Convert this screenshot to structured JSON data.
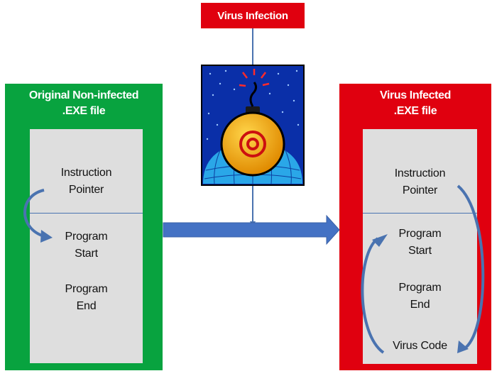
{
  "top_label": "Virus Infection",
  "left_panel": {
    "title_line1": "Original Non-infected",
    "title_line2": ".EXE file",
    "instruction_line1": "Instruction",
    "instruction_line2": "Pointer",
    "start_line1": "Program",
    "start_line2": "Start",
    "end_line1": "Program",
    "end_line2": "End"
  },
  "right_panel": {
    "title_line1": "Virus Infected",
    "title_line2": ".EXE file",
    "instruction_line1": "Instruction",
    "instruction_line2": "Pointer",
    "start_line1": "Program",
    "start_line2": "Start",
    "end_line1": "Program",
    "end_line2": "End",
    "virus_code": "Virus Code"
  },
  "icon": "bomb-at-sign-icon",
  "colors": {
    "green": "#08a33f",
    "red": "#e0000f",
    "box": "#dedede",
    "arrow": "#4a73b0",
    "bomb": "#f0a300"
  }
}
